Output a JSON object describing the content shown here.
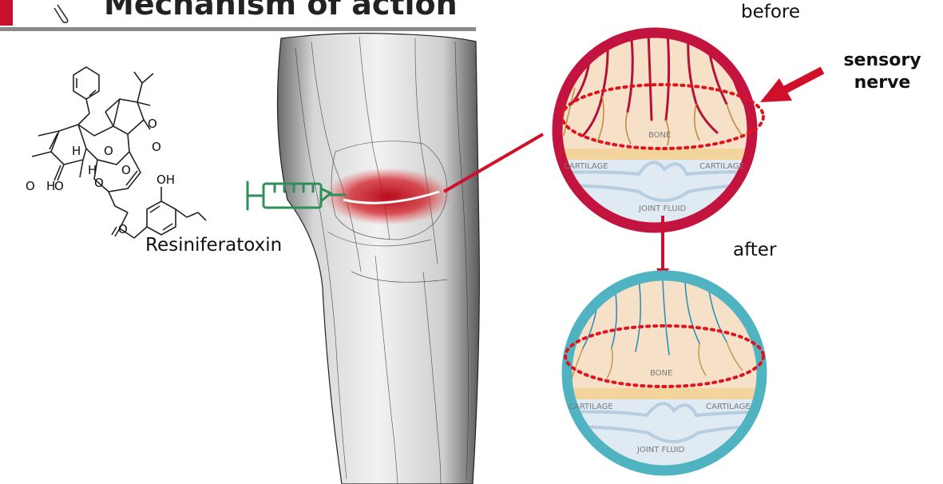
{
  "header": {
    "title": "Mechanism of action",
    "icon": "syringe-icon",
    "accent_color": "#c8102e"
  },
  "molecule": {
    "name": "Resiniferatoxin",
    "atoms": [
      "O",
      "O",
      "H",
      "O",
      "O",
      "H",
      "O",
      "OH",
      "O",
      "H",
      "O",
      "O"
    ]
  },
  "insets": {
    "before_label": "before",
    "after_label": "after",
    "callout": "sensory nerve",
    "before_ring_color": "#c2143e",
    "after_ring_color": "#4fb3c2",
    "bone_label": "BONE",
    "cartilage_label": "CARTILAGE",
    "joint_fluid_label": "JOINT FLUID",
    "highlight_color": "#e0141e"
  }
}
